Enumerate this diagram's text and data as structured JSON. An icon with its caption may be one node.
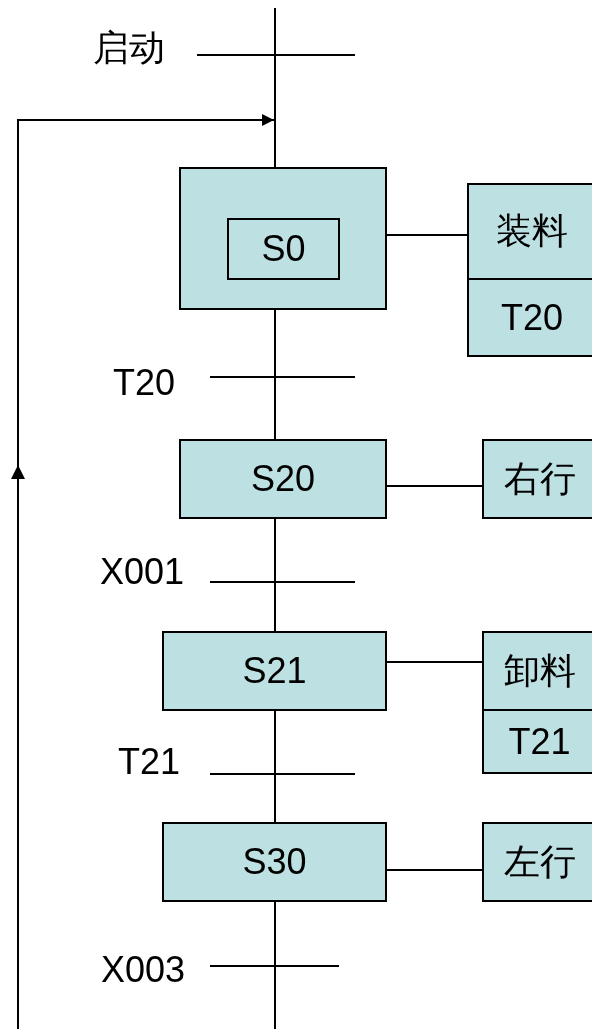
{
  "diagram": {
    "nodes": [
      {
        "text": [],
        "shape": "box"
      },
      {
        "text": [
          "S0"
        ],
        "in": 0
      },
      {
        "text": [
          "装料"
        ]
      },
      {
        "text": [
          "T20"
        ]
      },
      {
        "text": [
          "S20"
        ]
      },
      {
        "text": [
          "右行"
        ]
      },
      {
        "text": [
          "S21"
        ]
      },
      {
        "text": [
          "卸料"
        ]
      },
      {
        "text": [
          "T21"
        ]
      },
      {
        "text": [
          "S30"
        ]
      },
      {
        "text": [
          "左行"
        ]
      }
    ],
    "edges": [
      {
        "from": null,
        "to": 0,
        "arrow": "none"
      },
      {
        "from": null,
        "to": 0,
        "arrow": "to"
      },
      {
        "from": 0,
        "to": 2,
        "arrow": "none"
      },
      {
        "from": 0,
        "to": 4,
        "arrow": "none"
      },
      {
        "from": 4,
        "to": 5,
        "arrow": "none"
      },
      {
        "from": 4,
        "to": 6,
        "arrow": "none"
      },
      {
        "from": 6,
        "to": 7,
        "arrow": "none"
      },
      {
        "from": 6,
        "to": 9,
        "arrow": "none"
      },
      {
        "from": 9,
        "to": 10,
        "arrow": "none"
      },
      {
        "from": 9,
        "to": null,
        "arrow": "none"
      }
    ],
    "labels": [
      "启动",
      "T20",
      "X001",
      "T21",
      "X003"
    ]
  }
}
